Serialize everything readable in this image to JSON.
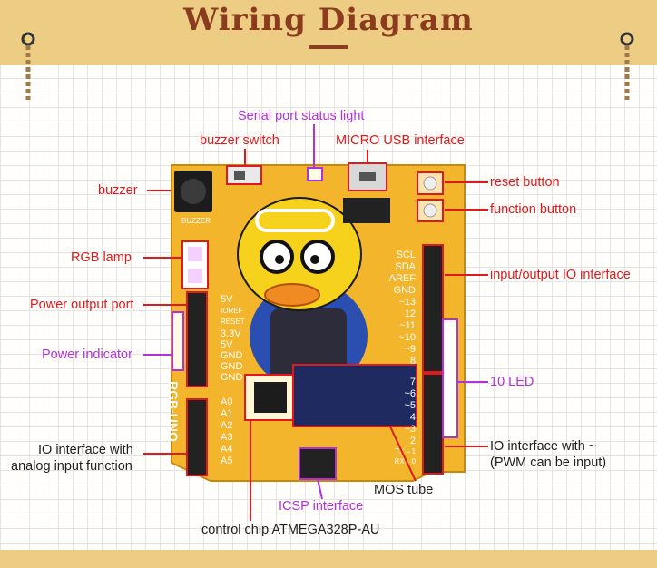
{
  "title": "Wiring Diagram",
  "board": {
    "buzzer_silk": "BUZZER",
    "rgb_silk": "RGB-UNO",
    "left_pins": [
      "5V",
      "IOREF",
      "RESET",
      "3.3V",
      "5V",
      "GND",
      "GND",
      "GND"
    ],
    "analog_pins": [
      "A0",
      "A1",
      "A2",
      "A3",
      "A4",
      "A5"
    ],
    "right_pins_top": [
      "SCL",
      "SDA",
      "AREF",
      "GND",
      "~13",
      "12",
      "~11",
      "~10",
      "~9",
      "8"
    ],
    "right_pins_bottom": [
      "7",
      "~6",
      "~5",
      "4",
      "~3",
      "2",
      "TX→1",
      "RX←0"
    ]
  },
  "labels": {
    "serial_light": "Serial port status light",
    "buzzer_switch": "buzzer switch",
    "micro_usb": "MICRO USB interface",
    "buzzer": "buzzer",
    "reset_button": "reset button",
    "function_button": "function button",
    "rgb_lamp": "RGB  lamp",
    "io_interface": "input/output IO interface",
    "power_output": "Power output port",
    "power_indicator": "Power indicator",
    "led_10": "10  LED",
    "io_analog_1": "IO interface with",
    "io_analog_2": "analog input function",
    "io_pwm_1": "IO interface with ~",
    "io_pwm_2": "(PWM can be input)",
    "mos_tube": "MOS tube",
    "icsp": "ICSP interface",
    "control_chip": "control chip  ATMEGA328P-AU"
  },
  "colors": {
    "banner": "#edcd84",
    "title": "#8b3b1e",
    "board": "#f2b52c",
    "callout_red": "#e0191e",
    "callout_purple": "#b232d8"
  }
}
